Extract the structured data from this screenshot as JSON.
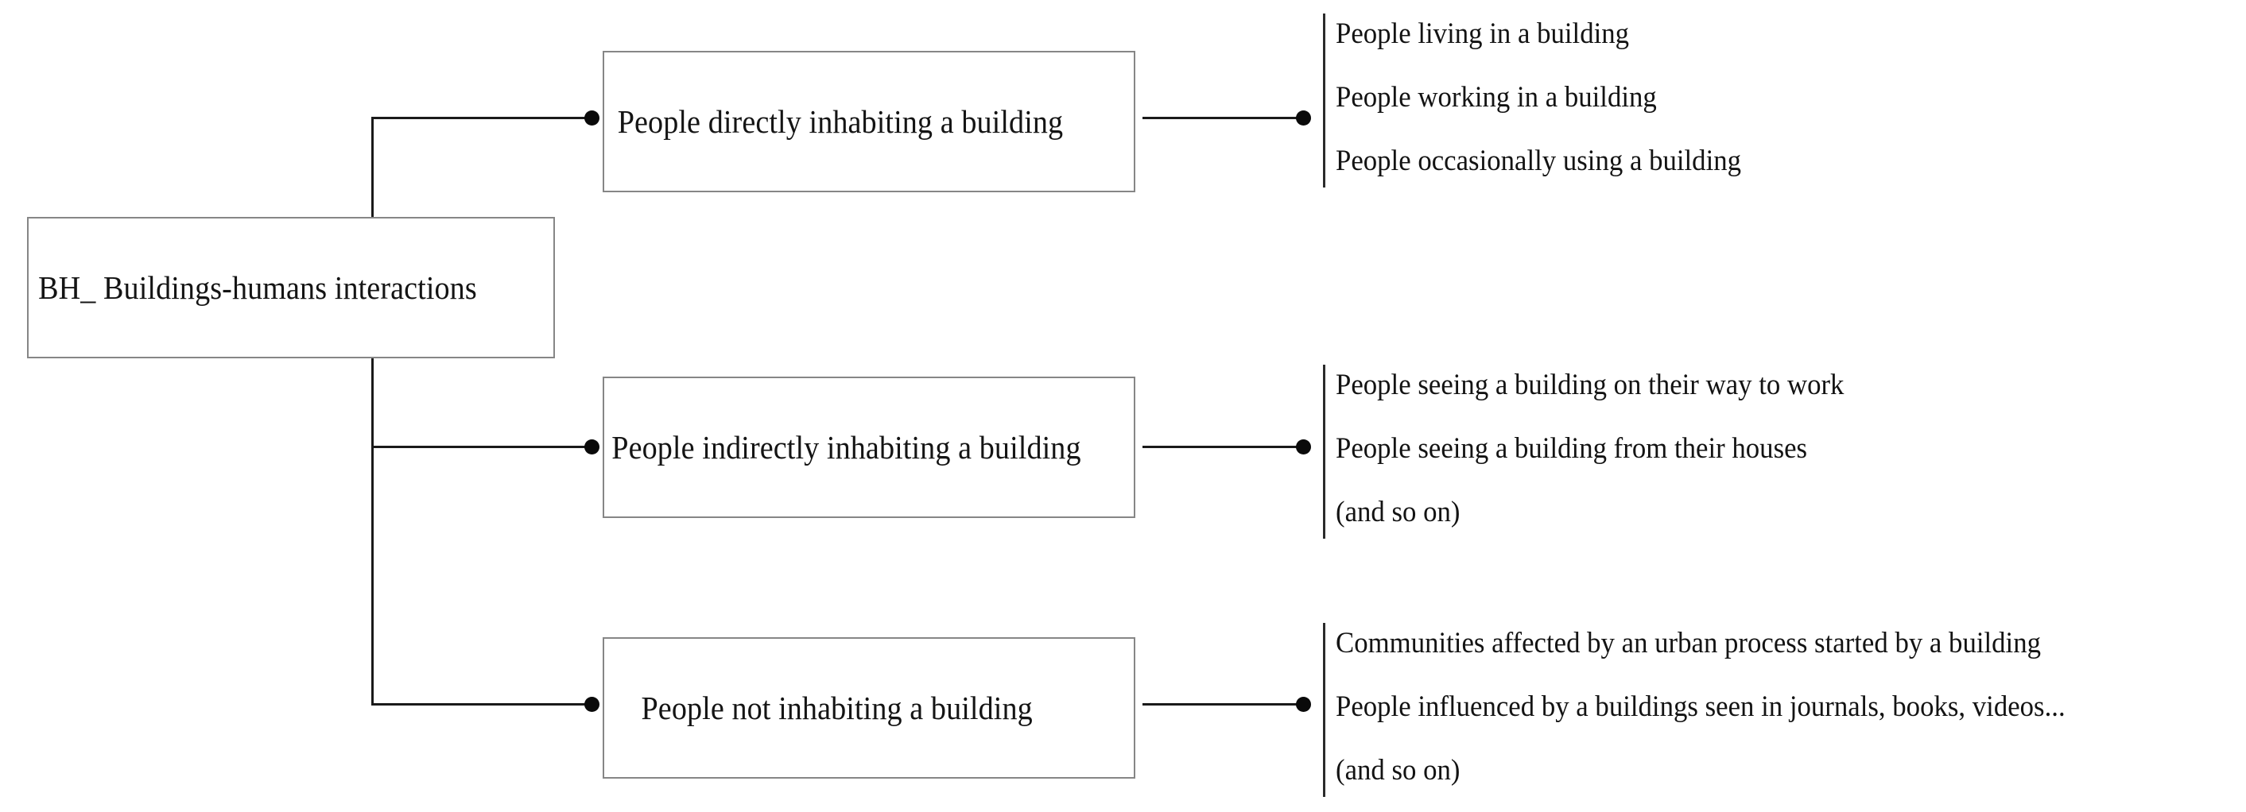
{
  "diagram": {
    "title": "BH_ Buildings-humans interactions",
    "root": {
      "label": "BH_ Buildings-humans interactions"
    },
    "branches": [
      {
        "label": "People directly inhabiting a building",
        "leaves": [
          "People living in a building",
          "People working in a building",
          "People occasionally using a building"
        ]
      },
      {
        "label": "People indirectly inhabiting a building",
        "leaves": [
          "People seeing a building on their way to work",
          "People seeing a building from their houses",
          "(and so on)"
        ]
      },
      {
        "label": "People not inhabiting a building",
        "leaves": [
          "Communities affected by an urban process started by a building",
          "People influenced by a buildings seen in journals, books, videos...",
          "(and so on)"
        ]
      }
    ],
    "colors": {
      "background": "#ffffff",
      "box_border": "#868686",
      "connector": "#1a1a1a",
      "text": "#131313",
      "dot": "#0a0a0a"
    }
  }
}
